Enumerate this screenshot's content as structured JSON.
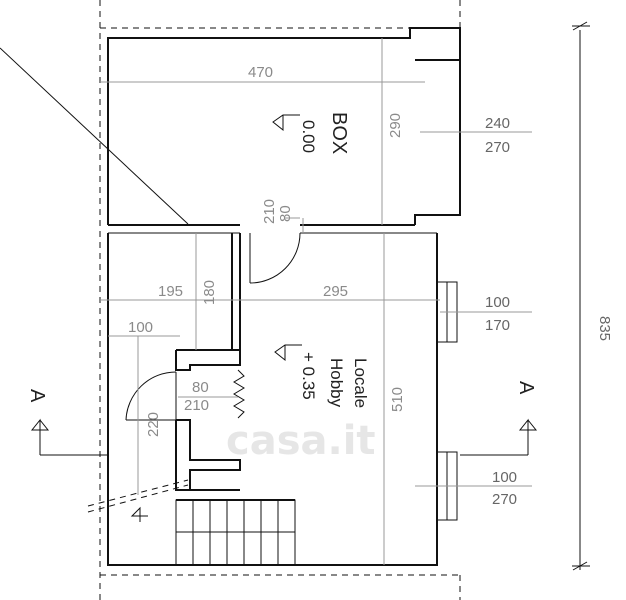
{
  "rooms": {
    "box": {
      "name": "BOX",
      "level": "0.00"
    },
    "hobby": {
      "name_line1": "Locale",
      "name_line2": "Hobby",
      "level": "+ 0.35"
    }
  },
  "dimensions": {
    "box_width": "470",
    "box_depth": "290",
    "door_box_w": "80",
    "door_box_h": "210",
    "win_box_w": "240",
    "win_box_h": "270",
    "left_width": "195",
    "left_depth": "180",
    "hobby_width": "295",
    "win_top_w": "100",
    "win_top_h": "170",
    "stair_width": "100",
    "door_left_w": "80",
    "door_left_h": "210",
    "stair_depth": "220",
    "hobby_depth": "510",
    "win_bottom_w": "100",
    "win_bottom_h": "270",
    "total_depth": "835"
  },
  "section_marks": {
    "left": "A",
    "right": "A"
  },
  "watermark": "casa.it"
}
